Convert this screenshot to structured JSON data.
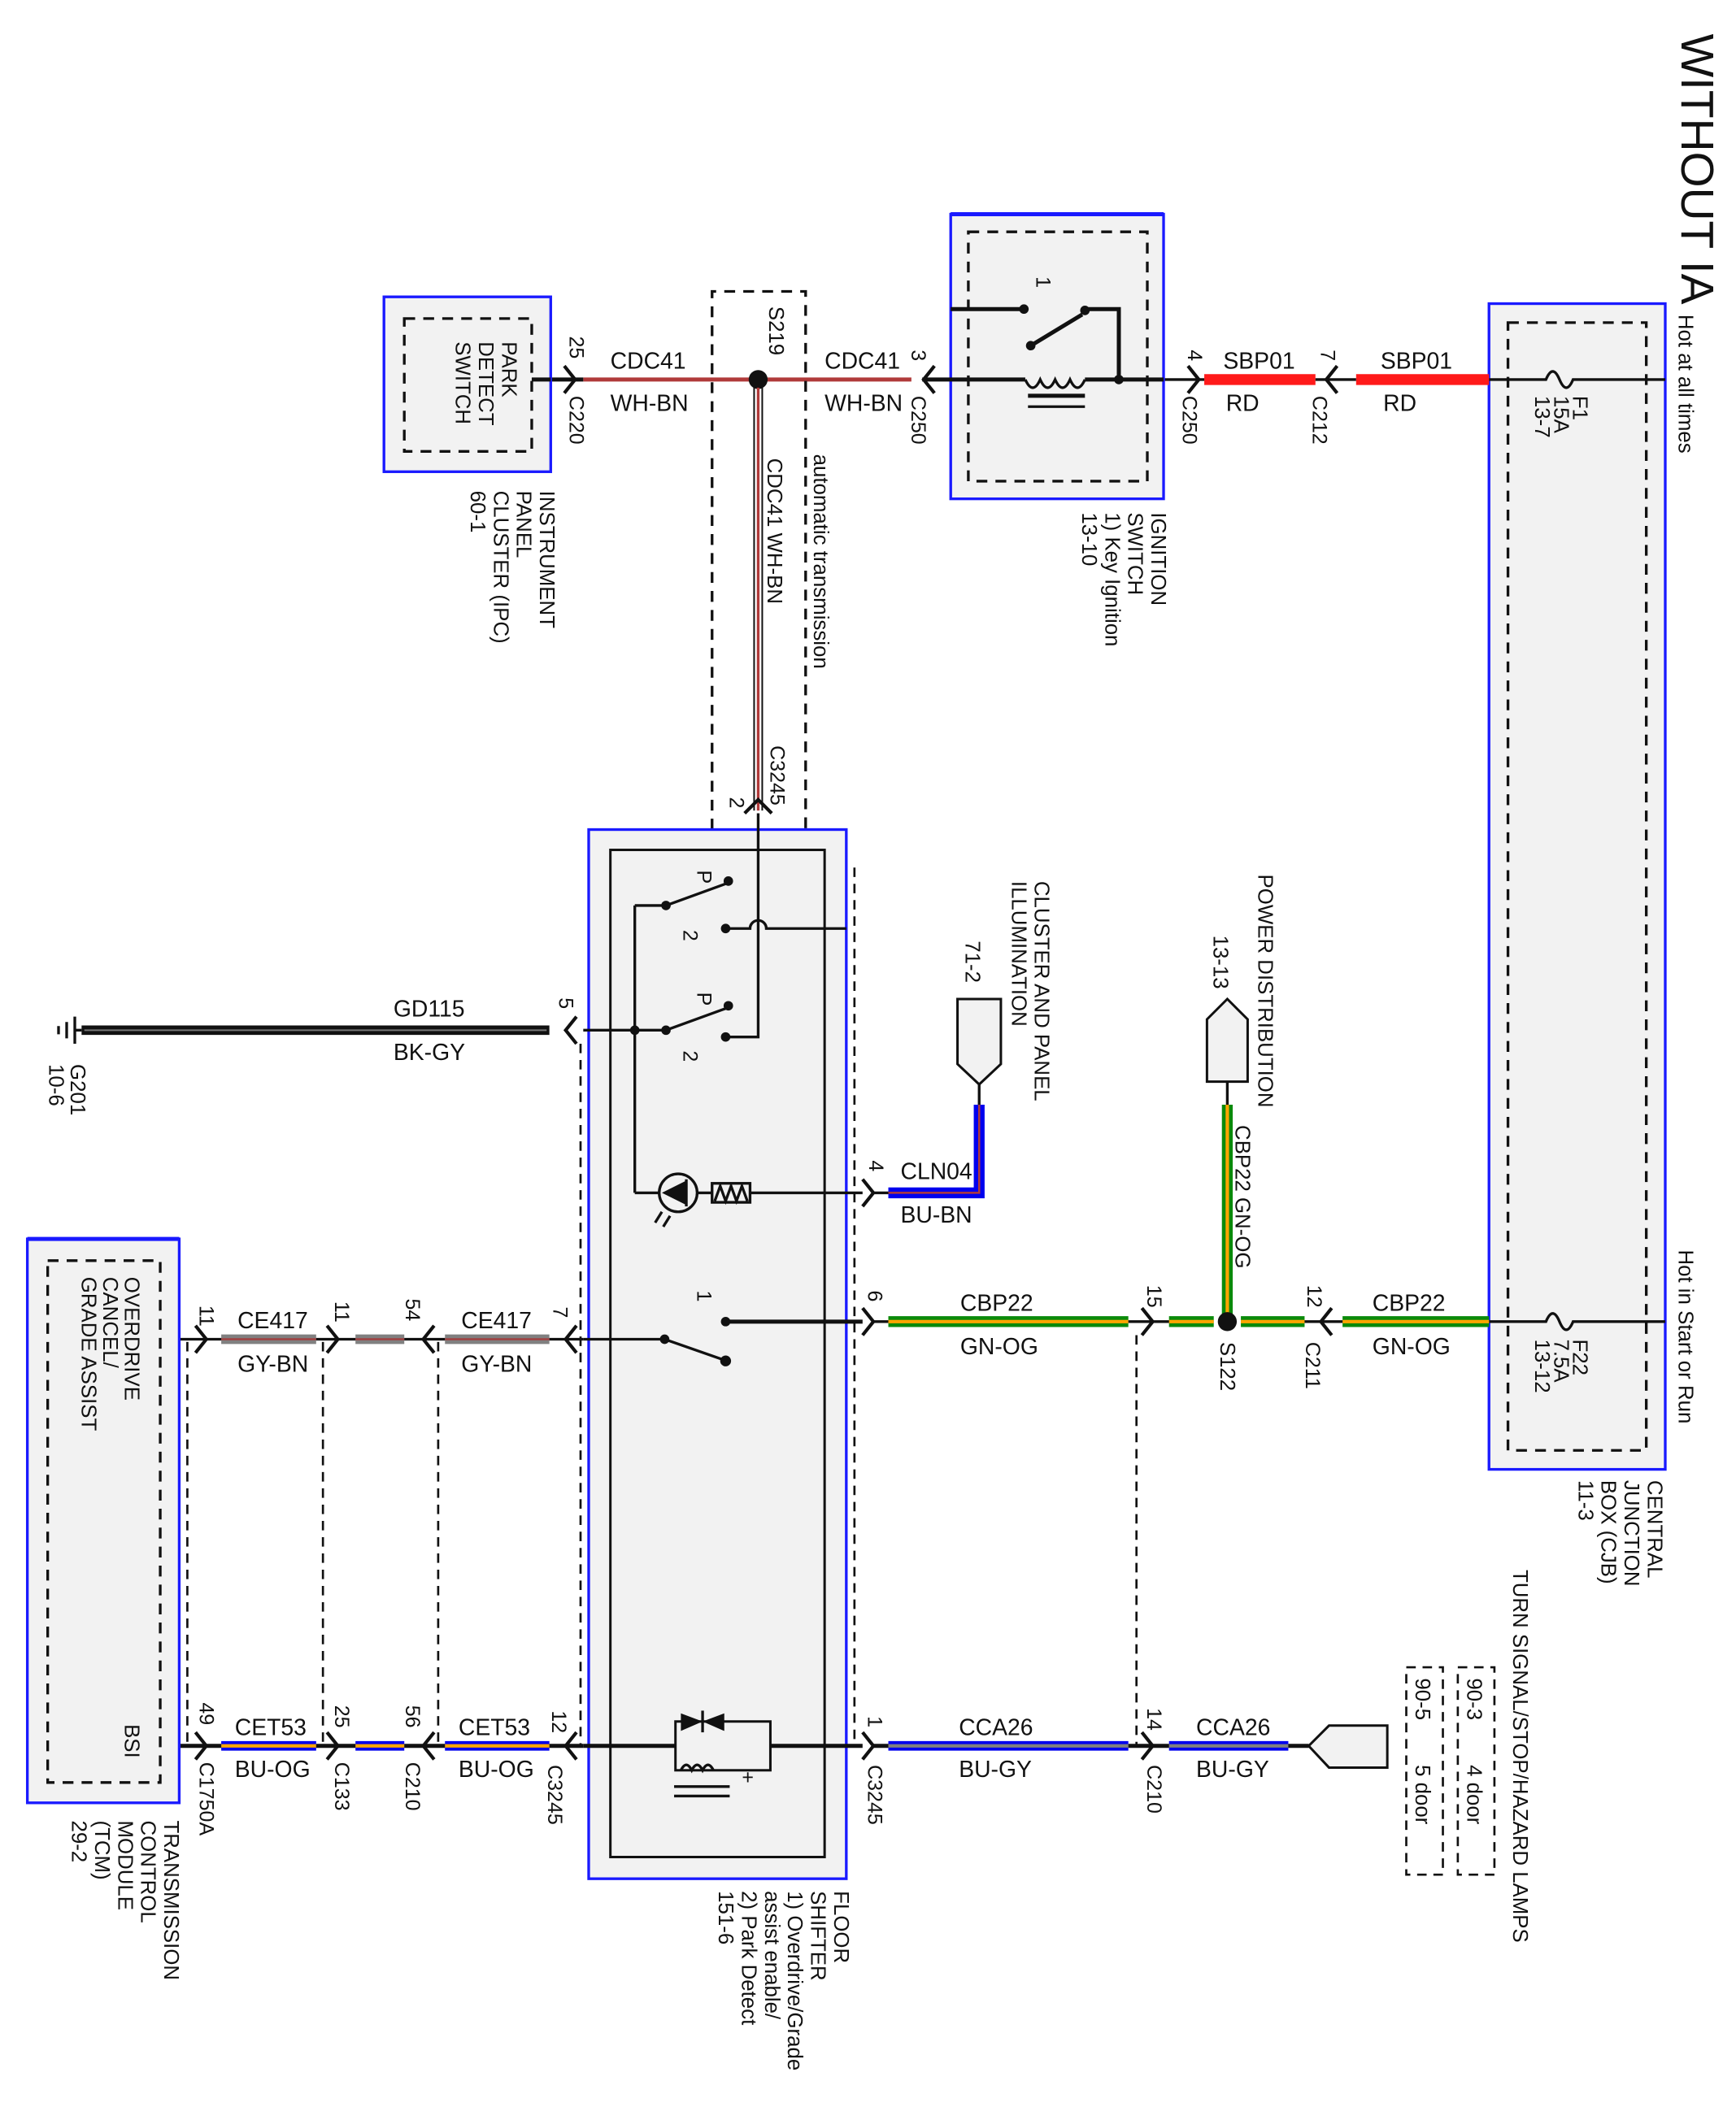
{
  "title": "WITHOUT IA",
  "colors": {
    "component_border": "#1a1aff",
    "component_fill": "#f2f2f2",
    "RD": "#ff1a1a",
    "WH-BN": "#b03a3a",
    "GN": "#0a8a0a",
    "OG": "#ffa500",
    "BU": "#0000ee",
    "GY": "#808080",
    "BN": "#a04040",
    "BK": "#111111"
  },
  "power": {
    "hot_at_all_times": "Hot at all times",
    "hot_in_start_or_run": "Hot in Start or Run"
  },
  "cjb": {
    "lines": [
      "CENTRAL",
      "JUNCTION",
      "BOX (CJB)",
      "11-3"
    ],
    "fuse_f1": [
      "F1",
      "15A",
      "13-7"
    ],
    "fuse_f22": [
      "F22",
      "7.5A",
      "13-12"
    ]
  },
  "ignition_switch": {
    "lines": [
      "IGNITION",
      "SWITCH",
      "1) Key Ignition",
      "13-10"
    ],
    "pin": "1"
  },
  "park_detect_switch": {
    "lines": [
      "PARK",
      "DETECT",
      "SWITCH"
    ]
  },
  "ipc": {
    "lines": [
      "INSTRUMENT",
      "PANEL",
      "CLUSTER (IPC)",
      "60-1"
    ]
  },
  "splice_s219": {
    "name": "S219",
    "note": "automatic transmission",
    "vertical_wire": "CDC41  WH-BN"
  },
  "splice_s122": {
    "name": "S122"
  },
  "floor_shifter": {
    "lines": [
      "FLOOR",
      "SHIFTER",
      "1) Overdrive/Grade",
      "assist enable/",
      "2) Park Detect",
      "151-6"
    ],
    "p_label": "P",
    "two_label": "2",
    "one_label": "1",
    "plus": "+"
  },
  "cluster_illumination": {
    "lines": [
      "CLUSTER AND PANEL",
      "ILLUMINATION"
    ],
    "ref": "71-2"
  },
  "power_distribution": {
    "name": "POWER DISTRIBUTION",
    "ref": "13-13",
    "vertical_wire": "CBP22  GN-OG"
  },
  "ground": {
    "name": "G201",
    "ref": "10-6"
  },
  "tcm": {
    "lines": [
      "TRANSMISSION",
      "CONTROL",
      "MODULE",
      "(TCM)",
      "29-2"
    ],
    "function": [
      "OVERDRIVE",
      "CANCEL/",
      "GRADE ASSIST"
    ],
    "pin_name": "BSI"
  },
  "turn_lamps": {
    "name": "TURN SIGNAL/STOP/HAZARD LAMPS",
    "options": [
      {
        "ref": "90-3",
        "variant": "4 door"
      },
      {
        "ref": "90-5",
        "variant": "5 door"
      }
    ]
  },
  "wires": {
    "sbp01_a": {
      "circuit": "SBP01",
      "color": "RD"
    },
    "sbp01_b": {
      "circuit": "SBP01",
      "color": "RD"
    },
    "cdc41_a": {
      "circuit": "CDC41",
      "color": "WH-BN"
    },
    "cdc41_b": {
      "circuit": "CDC41",
      "color": "WH-BN"
    },
    "gd115": {
      "circuit": "GD115",
      "color": "BK-GY"
    },
    "cln04": {
      "circuit": "CLN04",
      "color": "BU-BN"
    },
    "cbp22_a": {
      "circuit": "CBP22",
      "color": "GN-OG"
    },
    "cbp22_b": {
      "circuit": "CBP22",
      "color": "GN-OG"
    },
    "ce417_a": {
      "circuit": "CE417",
      "color": "GY-BN"
    },
    "ce417_b": {
      "circuit": "CE417",
      "color": "GY-BN"
    },
    "cet53_a": {
      "circuit": "CET53",
      "color": "BU-OG"
    },
    "cet53_b": {
      "circuit": "CET53",
      "color": "BU-OG"
    },
    "cca26_a": {
      "circuit": "CCA26",
      "color": "BU-GY"
    },
    "cca26_b": {
      "circuit": "CCA26",
      "color": "BU-GY"
    }
  },
  "connectors": {
    "c212": {
      "pin": "7",
      "name": "C212"
    },
    "c250_4": {
      "pin": "4",
      "name": "C250"
    },
    "c250_3": {
      "pin": "3",
      "name": "C250"
    },
    "c220": {
      "pin": "25",
      "name": "C220"
    },
    "c3245_2": {
      "pin": "2",
      "name": "C3245"
    },
    "c3245_5": {
      "pin": "5"
    },
    "c3245_4": {
      "pin": "4"
    },
    "c3245_6": {
      "pin": "6"
    },
    "c3245_7": {
      "pin": "7"
    },
    "c3245_12": {
      "pin": "12",
      "name": "C3245"
    },
    "c3245_1": {
      "pin": "1",
      "name": "C3245"
    },
    "c210_15": {
      "pin": "15"
    },
    "c211": {
      "pin": "12",
      "name": "C211"
    },
    "c210_14": {
      "pin": "14",
      "name": "C210"
    },
    "c1750a_11": {
      "pin": "11"
    },
    "c133_11": {
      "pin": "11"
    },
    "c210_54": {
      "pin": "54"
    },
    "c1750a_49": {
      "pin": "49",
      "name": "C1750A"
    },
    "c133_25": {
      "pin": "25",
      "name": "C133"
    },
    "c210_56": {
      "pin": "56",
      "name": "C210"
    }
  }
}
